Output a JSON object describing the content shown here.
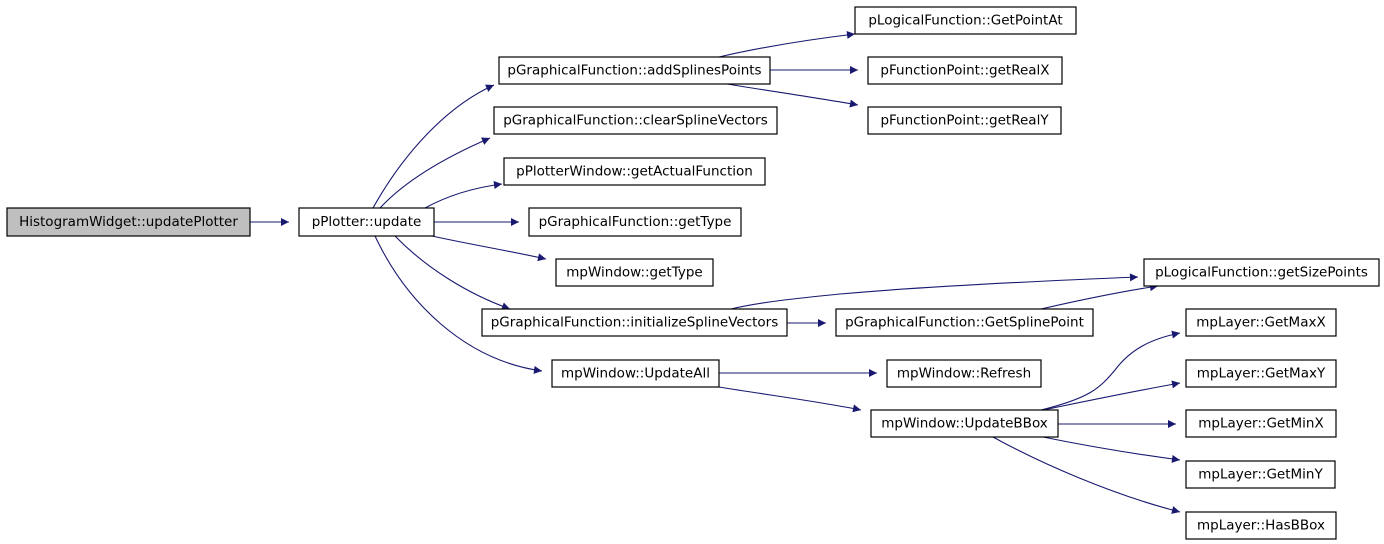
{
  "colors": {
    "edge": "#191970",
    "root_fill": "#bfbfbf",
    "node_fill": "#ffffff"
  },
  "nodes": [
    {
      "id": "root",
      "label": "HistogramWidget::updatePlotter"
    },
    {
      "id": "update",
      "label": "pPlotter::update"
    },
    {
      "id": "addSplines",
      "label": "pGraphicalFunction::addSplinesPoints"
    },
    {
      "id": "clearSpline",
      "label": "pGraphicalFunction::clearSplineVectors"
    },
    {
      "id": "getActual",
      "label": "pPlotterWindow::getActualFunction"
    },
    {
      "id": "gfGetType",
      "label": "pGraphicalFunction::getType"
    },
    {
      "id": "mpGetType",
      "label": "mpWindow::getType"
    },
    {
      "id": "initSpline",
      "label": "pGraphicalFunction::initializeSplineVectors"
    },
    {
      "id": "updateAll",
      "label": "mpWindow::UpdateAll"
    },
    {
      "id": "getPointAt",
      "label": "pLogicalFunction::GetPointAt"
    },
    {
      "id": "getRealX",
      "label": "pFunctionPoint::getRealX"
    },
    {
      "id": "getRealY",
      "label": "pFunctionPoint::getRealY"
    },
    {
      "id": "getSizePoints",
      "label": "pLogicalFunction::getSizePoints"
    },
    {
      "id": "getSplinePoint",
      "label": "pGraphicalFunction::GetSplinePoint"
    },
    {
      "id": "refresh",
      "label": "mpWindow::Refresh"
    },
    {
      "id": "updateBBox",
      "label": "mpWindow::UpdateBBox"
    },
    {
      "id": "getMaxX",
      "label": "mpLayer::GetMaxX"
    },
    {
      "id": "getMaxY",
      "label": "mpLayer::GetMaxY"
    },
    {
      "id": "getMinX",
      "label": "mpLayer::GetMinX"
    },
    {
      "id": "getMinY",
      "label": "mpLayer::GetMinY"
    },
    {
      "id": "hasBBox",
      "label": "mpLayer::HasBBox"
    }
  ],
  "edges": [
    [
      "root",
      "update"
    ],
    [
      "update",
      "addSplines"
    ],
    [
      "update",
      "clearSpline"
    ],
    [
      "update",
      "getActual"
    ],
    [
      "update",
      "gfGetType"
    ],
    [
      "update",
      "mpGetType"
    ],
    [
      "update",
      "initSpline"
    ],
    [
      "update",
      "updateAll"
    ],
    [
      "addSplines",
      "getPointAt"
    ],
    [
      "addSplines",
      "getRealX"
    ],
    [
      "addSplines",
      "getRealY"
    ],
    [
      "initSpline",
      "getSizePoints"
    ],
    [
      "initSpline",
      "getSplinePoint"
    ],
    [
      "getSplinePoint",
      "getSizePoints"
    ],
    [
      "updateAll",
      "refresh"
    ],
    [
      "updateAll",
      "updateBBox"
    ],
    [
      "updateBBox",
      "getMaxX"
    ],
    [
      "updateBBox",
      "getMaxY"
    ],
    [
      "updateBBox",
      "getMinX"
    ],
    [
      "updateBBox",
      "getMinY"
    ],
    [
      "updateBBox",
      "hasBBox"
    ]
  ]
}
